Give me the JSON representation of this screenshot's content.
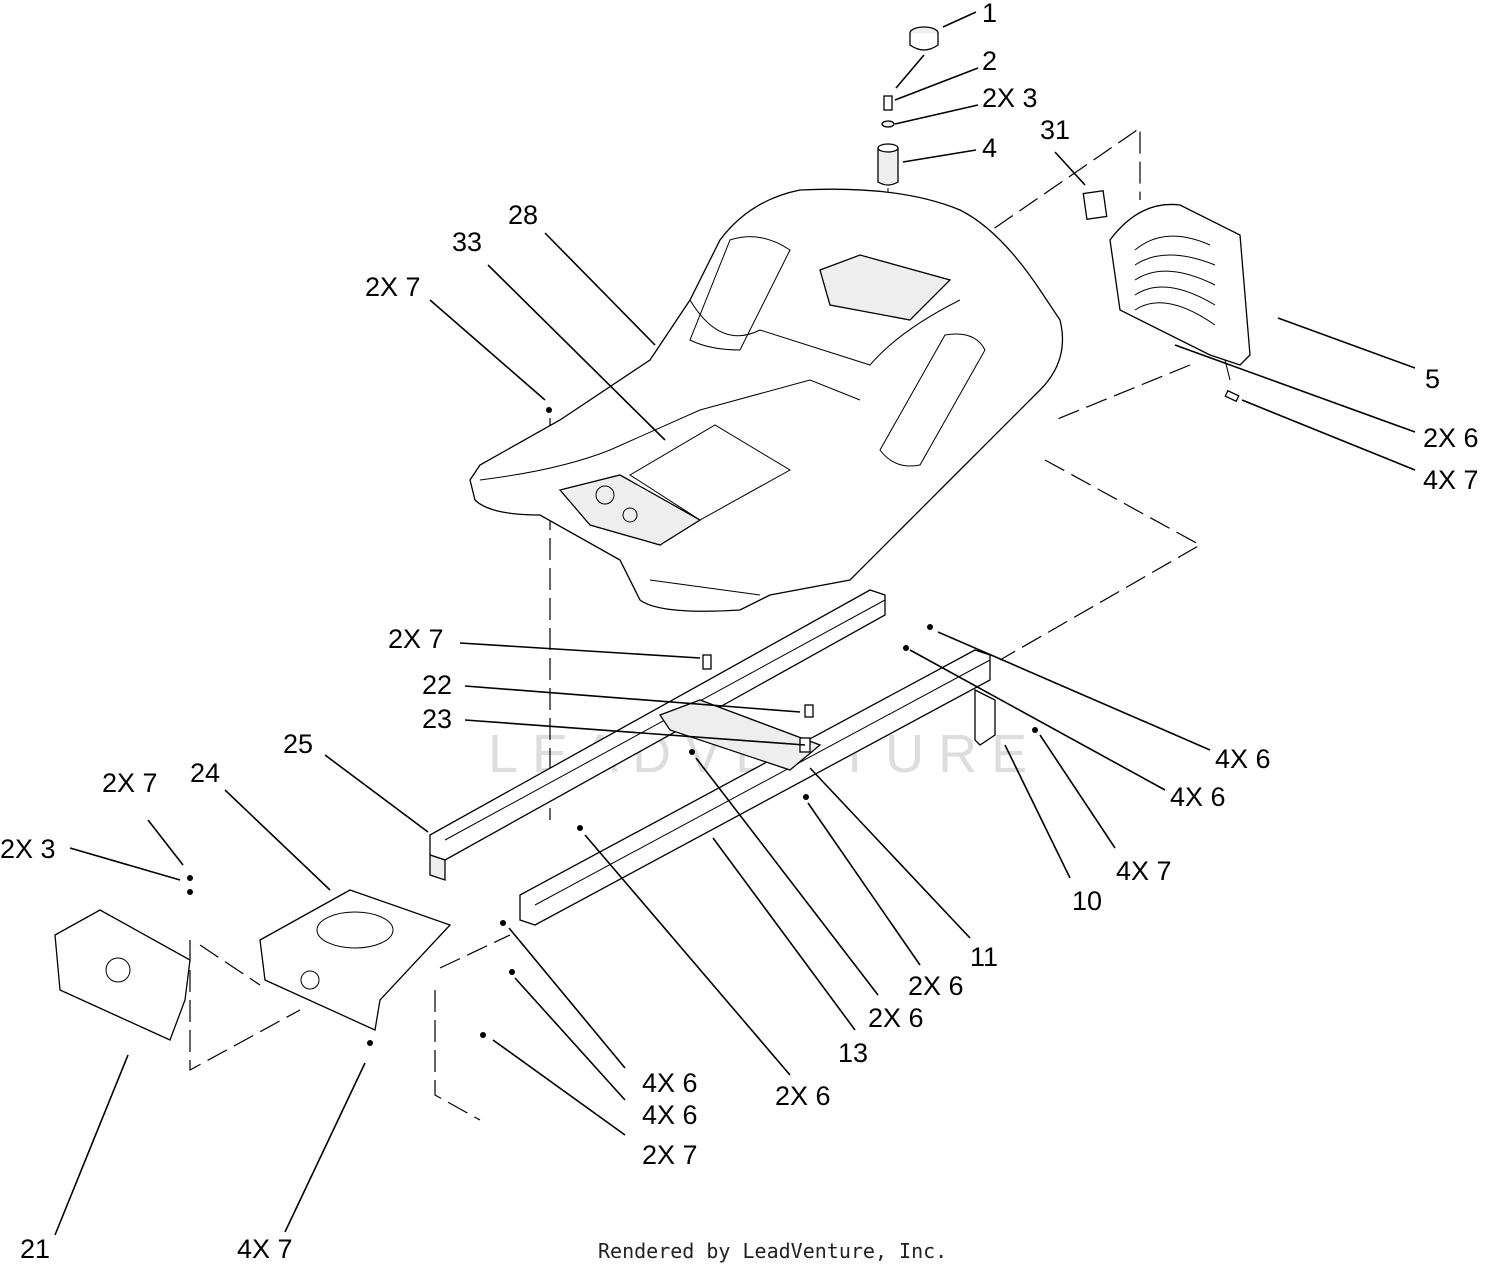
{
  "diagram": {
    "watermark": "LEADVENTURE",
    "footer": "Rendered by LeadVenture, Inc.",
    "callouts": [
      {
        "id": "c1",
        "text": "1"
      },
      {
        "id": "c2",
        "text": "2"
      },
      {
        "id": "c3",
        "text": "2X 3"
      },
      {
        "id": "c4",
        "text": "4"
      },
      {
        "id": "c5",
        "text": "31"
      },
      {
        "id": "c6",
        "text": "28"
      },
      {
        "id": "c7",
        "text": "33"
      },
      {
        "id": "c8",
        "text": "2X 7"
      },
      {
        "id": "c9",
        "text": "5"
      },
      {
        "id": "c10",
        "text": "2X 6"
      },
      {
        "id": "c11",
        "text": "4X 7"
      },
      {
        "id": "c12",
        "text": "2X 7"
      },
      {
        "id": "c13",
        "text": "22"
      },
      {
        "id": "c14",
        "text": "23"
      },
      {
        "id": "c15",
        "text": "25"
      },
      {
        "id": "c16",
        "text": "4X 6"
      },
      {
        "id": "c17",
        "text": "4X 6"
      },
      {
        "id": "c18",
        "text": "24"
      },
      {
        "id": "c19",
        "text": "2X 7"
      },
      {
        "id": "c20",
        "text": "2X 3"
      },
      {
        "id": "c21",
        "text": "4X 7"
      },
      {
        "id": "c22",
        "text": "10"
      },
      {
        "id": "c23",
        "text": "11"
      },
      {
        "id": "c24",
        "text": "2X 6"
      },
      {
        "id": "c25",
        "text": "2X 6"
      },
      {
        "id": "c26",
        "text": "13"
      },
      {
        "id": "c27",
        "text": "4X 6"
      },
      {
        "id": "c28",
        "text": "4X 6"
      },
      {
        "id": "c29",
        "text": "2X 6"
      },
      {
        "id": "c30",
        "text": "2X 7"
      },
      {
        "id": "c31",
        "text": "21"
      },
      {
        "id": "c32",
        "text": "4X 7"
      }
    ]
  }
}
